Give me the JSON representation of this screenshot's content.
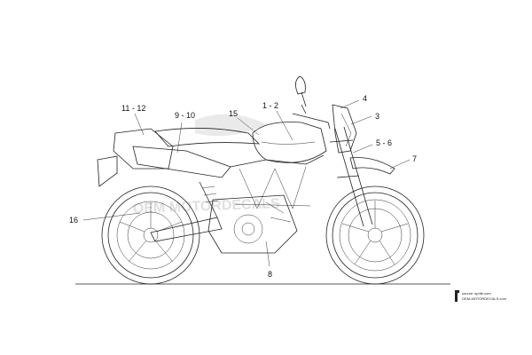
{
  "callouts": [
    {
      "id": "c-4",
      "label": "4"
    },
    {
      "id": "c-3",
      "label": "3"
    },
    {
      "id": "c-5-6",
      "label": "5 - 6"
    },
    {
      "id": "c-7",
      "label": "7"
    },
    {
      "id": "c-1-2",
      "label": "1 - 2"
    },
    {
      "id": "c-15",
      "label": "15"
    },
    {
      "id": "c-9-10",
      "label": "9 - 10"
    },
    {
      "id": "c-11-12",
      "label": "11 - 12"
    },
    {
      "id": "c-16",
      "label": "16"
    },
    {
      "id": "c-8",
      "label": "8"
    }
  ],
  "source": {
    "line1": "source: sprite.com",
    "line2": "OEM-MOTORDECALS.com"
  },
  "colors": {
    "ink": "#222222",
    "watermark": "#d8d8d8",
    "background": "#ffffff"
  }
}
